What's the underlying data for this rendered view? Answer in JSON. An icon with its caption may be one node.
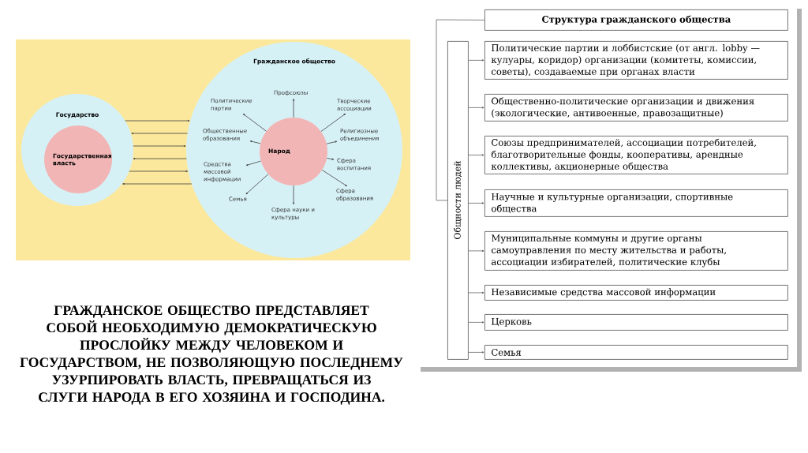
{
  "diagram": {
    "nodes": [
      {
        "text": [
          "Государство"
        ]
      },
      {
        "text": [
          "Государственная власть"
        ],
        "in": 0
      },
      {
        "text": [
          "Гражданское общество"
        ]
      },
      {
        "text": [
          "Народ"
        ],
        "in": 2
      },
      {
        "text": [
          "Профсоюзы"
        ],
        "in": 2
      },
      {
        "text": [
          "Политические партии"
        ],
        "in": 2
      },
      {
        "text": [
          "Творческие ассоциации"
        ],
        "in": 2
      },
      {
        "text": [
          "Общественные образования"
        ],
        "in": 2
      },
      {
        "text": [
          "Религиозные объединения"
        ],
        "in": 2
      },
      {
        "text": [
          "Средства массовой информации"
        ],
        "in": 2
      },
      {
        "text": [
          "Сфера воспитания"
        ],
        "in": 2
      },
      {
        "text": [
          "Семья"
        ],
        "in": 2
      },
      {
        "text": [
          "Сфера образования"
        ],
        "in": 2
      },
      {
        "text": [
          "Сфера науки и культуры"
        ],
        "in": 2
      },
      {
        "text": [
          "Структура гражданского общества"
        ]
      },
      {
        "text": [
          "Общности людей"
        ]
      },
      {
        "text": [
          "Политические партии и лоббистские (от англ. lobby — кулуары, коридор) организации (комитеты, комиссии, советы), создаваемые при органах власти"
        ]
      },
      {
        "text": [
          "Общественно-политические организации и движения (экологические, антивоенные, правозащитные)"
        ]
      },
      {
        "text": [
          "Союзы предпринимателей, ассоциации потребителей, благотворительные фонды, кооперативы, арендные коллективы, акционерные общества"
        ]
      },
      {
        "text": [
          "Научные и культурные организации, спортивные общества"
        ]
      },
      {
        "text": [
          "Муниципальные коммуны и другие органы самоуправления по месту жительства и работы, ассоциации избирателей, политические клубы"
        ]
      },
      {
        "text": [
          "Независимые средства массовой информации"
        ]
      },
      {
        "text": [
          "Церковь"
        ]
      },
      {
        "text": [
          "Семья"
        ]
      }
    ],
    "edges": [
      {
        "from": 0,
        "to": 2,
        "arrow": "to"
      },
      {
        "from": 2,
        "to": 0,
        "arrow": "to"
      },
      {
        "from": 0,
        "to": 2,
        "arrow": "to"
      },
      {
        "from": 2,
        "to": 0,
        "arrow": "to"
      },
      {
        "from": 0,
        "to": 2,
        "arrow": "to"
      },
      {
        "from": 2,
        "to": 0,
        "arrow": "to"
      },
      {
        "from": 3,
        "to": 4,
        "arrow": "to"
      },
      {
        "from": 3,
        "to": 5,
        "arrow": "to"
      },
      {
        "from": 3,
        "to": 6,
        "arrow": "to"
      },
      {
        "from": 3,
        "to": 7,
        "arrow": "to"
      },
      {
        "from": 3,
        "to": 8,
        "arrow": "to"
      },
      {
        "from": 3,
        "to": 9,
        "arrow": "to"
      },
      {
        "from": 3,
        "to": 10,
        "arrow": "to"
      },
      {
        "from": 3,
        "to": 11,
        "arrow": "to"
      },
      {
        "from": 3,
        "to": 12,
        "arrow": "to"
      },
      {
        "from": 3,
        "to": 13,
        "arrow": "to"
      },
      {
        "from": 14,
        "to": 15,
        "arrow": "none"
      },
      {
        "from": 15,
        "to": 16,
        "arrow": "to"
      },
      {
        "from": 15,
        "to": 17,
        "arrow": "to"
      },
      {
        "from": 15,
        "to": 18,
        "arrow": "to"
      },
      {
        "from": 15,
        "to": 19,
        "arrow": "to"
      },
      {
        "from": 15,
        "to": 20,
        "arrow": "to"
      },
      {
        "from": 15,
        "to": 21,
        "arrow": "to"
      },
      {
        "from": 15,
        "to": 22,
        "arrow": "to"
      },
      {
        "from": 15,
        "to": 23,
        "arrow": "to"
      }
    ],
    "labels": [
      "ГРАЖДАНСКОЕ ОБЩЕСТВО ПРЕДСТАВЛЯЕТ СОБОЙ НЕОБХОДИМУЮ ДЕМОКРАТИЧЕСКУЮ ПРОСЛОЙКУ МЕЖДУ ЧЕЛОВЕКОМ И ГОСУДАРСТВОМ, НЕ ПОЗВОЛЯЮЩУЮ ПОСЛЕДНЕМУ УЗУРПИРОВАТЬ ВЛАСТЬ, ПРЕВРАЩАТЬСЯ ИЗ СЛУГИ НАРОДА В ЕГО ХОЗЯИНА И ГОСПОДИНА."
    ]
  }
}
